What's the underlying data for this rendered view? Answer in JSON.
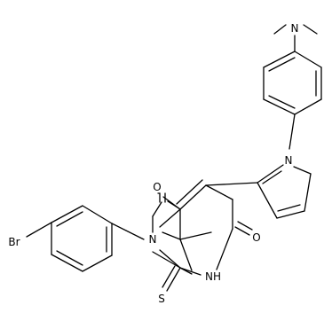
{
  "atoms": {
    "n_dimethyl": "N",
    "n_pyrrole": "N",
    "o_top": "O",
    "o_right": "O",
    "n_ring": "N",
    "nh": "NH",
    "br": "Br",
    "s": "S"
  }
}
